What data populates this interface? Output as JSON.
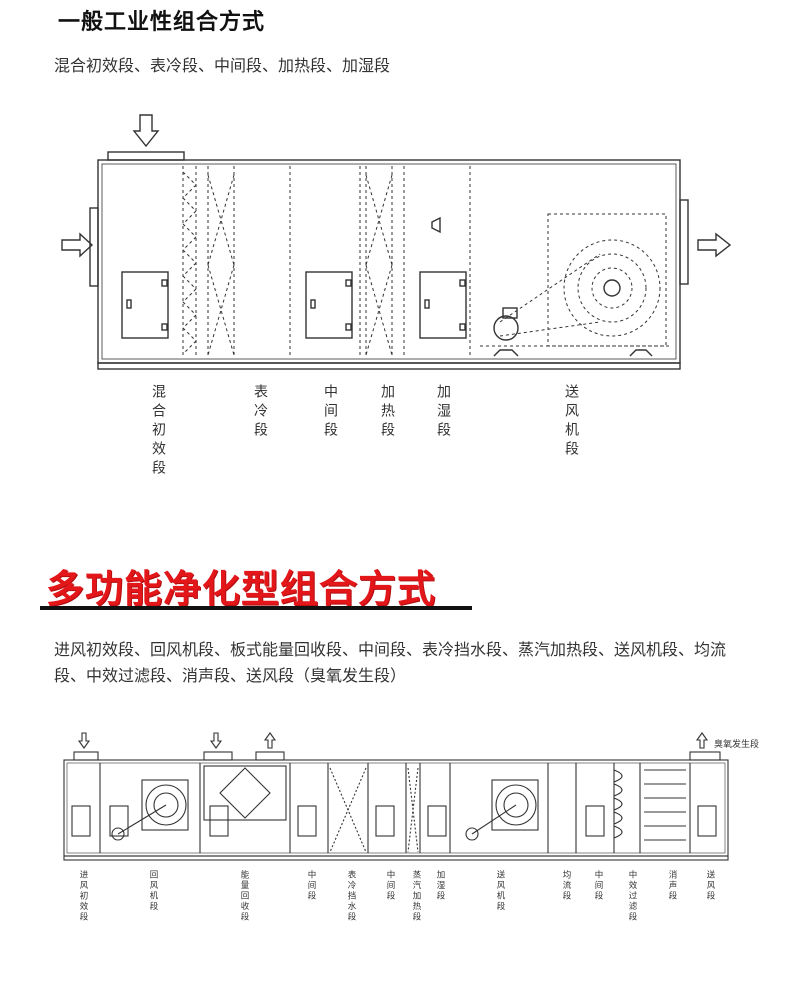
{
  "section1": {
    "title": "一般工业性组合方式",
    "subtitle": "混合初效段、表冷段、中间段、加热段、加湿段",
    "labels": [
      "混合初效段",
      "表冷段",
      "中间段",
      "加热段",
      "加湿段",
      "送风机段"
    ]
  },
  "section2": {
    "title": "多功能净化型组合方式",
    "description": "进风初效段、回风机段、板式能量回收段、中间段、表冷挡水段、蒸汽加热段、送风机段、均流段、中效过滤段、消声段、送风段（臭氧发生段）",
    "ozone_label": "臭氧发生段",
    "labels": [
      "进风初效段",
      "回风机段",
      "能量回收段",
      "中间段",
      "表冷挡水段",
      "中间段",
      "蒸汽加热段",
      "加湿段",
      "送风机段",
      "均流段",
      "中间段",
      "中效过滤段",
      "消声段",
      "送风段"
    ]
  },
  "colors": {
    "accent_red": "#e3161a",
    "line": "#333333"
  }
}
